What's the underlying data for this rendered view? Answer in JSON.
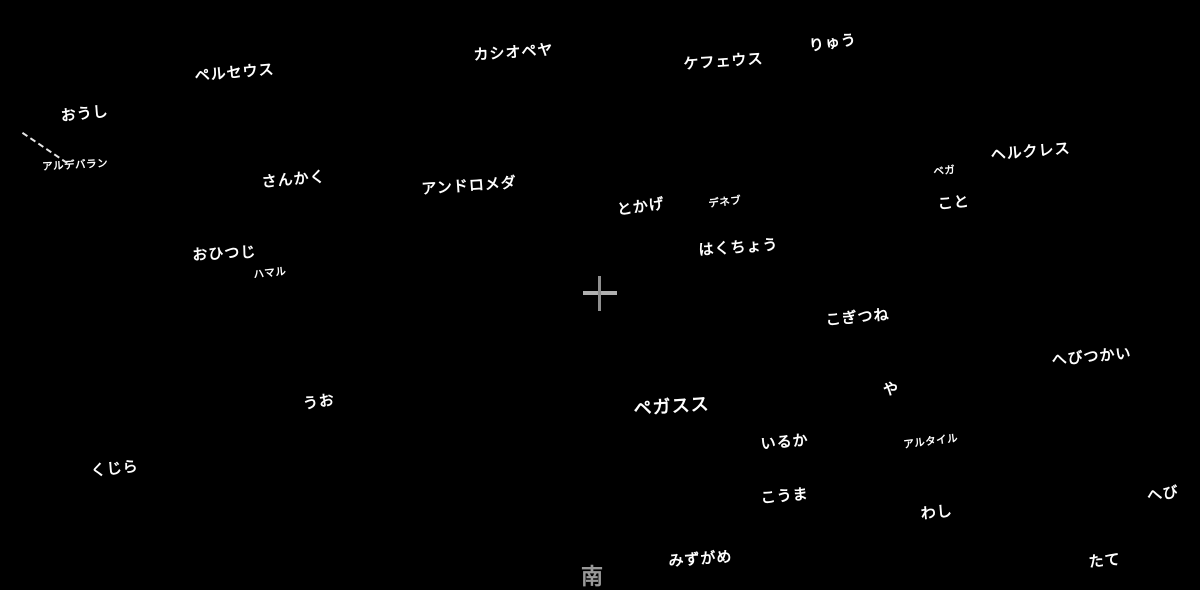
{
  "map": {
    "background_color": "#000000",
    "label_color": "#ffffff",
    "crosshair_color": "#b0b0b0",
    "direction_color": "#999999",
    "pointer_line_color": "#e8e8e8"
  },
  "direction_marker": {
    "label": "南"
  },
  "constellation_labels": [
    {
      "name": "カシオペヤ"
    },
    {
      "name": "ケフェウス"
    },
    {
      "name": "りゅう"
    },
    {
      "name": "ペルセウス"
    },
    {
      "name": "おうし"
    },
    {
      "name": "さんかく"
    },
    {
      "name": "アンドロメダ"
    },
    {
      "name": "とかげ"
    },
    {
      "name": "ヘルクレス"
    },
    {
      "name": "こと"
    },
    {
      "name": "おひつじ"
    },
    {
      "name": "はくちょう"
    },
    {
      "name": "こぎつね"
    },
    {
      "name": "へびつかい"
    },
    {
      "name": "や"
    },
    {
      "name": "うお"
    },
    {
      "name": "ペガスス"
    },
    {
      "name": "いるか"
    },
    {
      "name": "くじら"
    },
    {
      "name": "こうま"
    },
    {
      "name": "わし"
    },
    {
      "name": "へび"
    },
    {
      "name": "みずがめ"
    },
    {
      "name": "たて"
    }
  ],
  "star_labels": [
    {
      "name": "アルデバラン"
    },
    {
      "name": "ハマル"
    },
    {
      "name": "ベガ"
    },
    {
      "name": "デネブ"
    },
    {
      "name": "アルタイル"
    }
  ]
}
